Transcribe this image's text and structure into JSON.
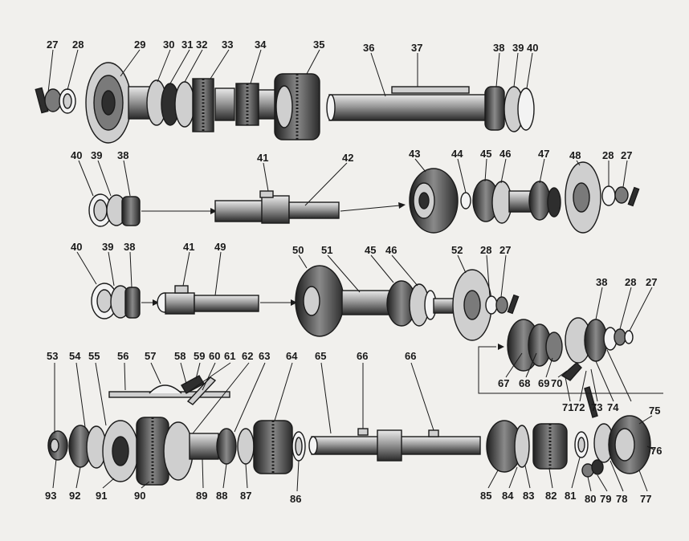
{
  "labels": [
    "27",
    "28",
    "29",
    "30",
    "31",
    "32",
    "33",
    "34",
    "35",
    "36",
    "37",
    "38",
    "39",
    "40",
    "41",
    "42",
    "43",
    "44",
    "45",
    "46",
    "47",
    "48",
    "49",
    "50",
    "51",
    "52",
    "53",
    "54",
    "55",
    "56",
    "57",
    "58",
    "59",
    "60",
    "61",
    "62",
    "63",
    "64",
    "65",
    "66",
    "67",
    "68",
    "69",
    "70",
    "71",
    "72",
    "73",
    "74",
    "75",
    "76",
    "77",
    "78",
    "79",
    "80",
    "81",
    "82",
    "83",
    "84",
    "85",
    "86",
    "87",
    "88",
    "89",
    "90",
    "91",
    "92",
    "93"
  ]
}
